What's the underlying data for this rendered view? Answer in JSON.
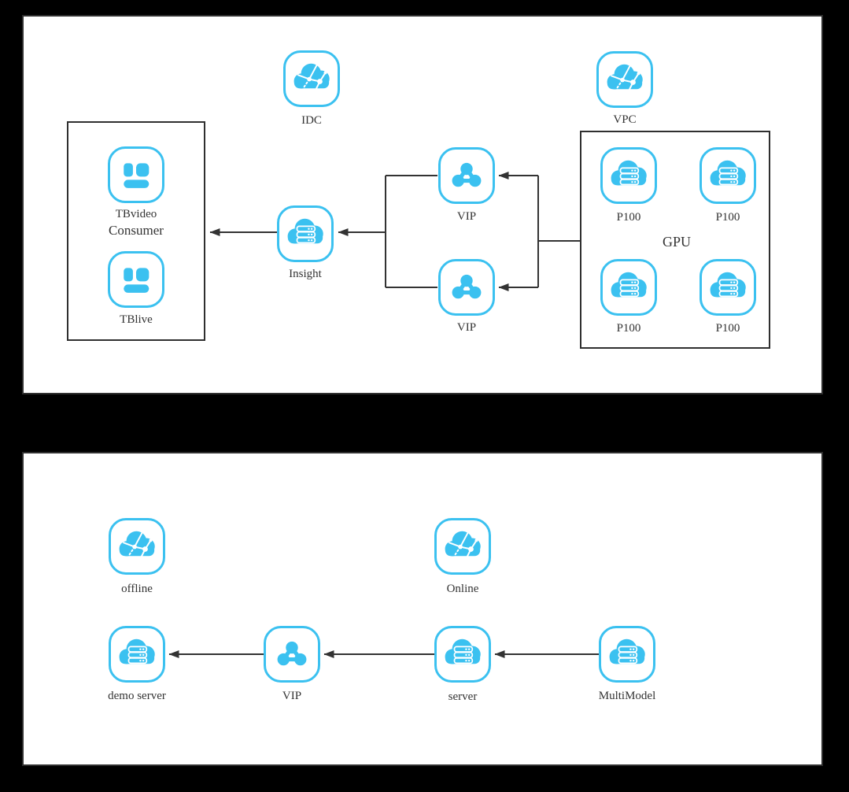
{
  "page": {
    "background": "#000000",
    "description": "Two-panel cloud architecture diagram"
  },
  "colors": {
    "accent": "#3bc1f0",
    "connector": "#333333",
    "text": "#333333",
    "panel_border": "#2f2f2f",
    "panel_bg": "#ffffff"
  },
  "icons": {
    "cloud_network": "cloud-with-network-nodes-icon",
    "cloud_server": "cloud-with-server-rack-icon",
    "network_vip": "three-node-triangle-network-icon",
    "app_dashboard": "rounded-dashboard-tiles-icon"
  },
  "top_panel": {
    "idc_label": "IDC",
    "vpc_label": "VPC",
    "consumer_box": {
      "label": "Consumer",
      "tbvideo_label": "TBvideo",
      "tblive_label": "TBlive"
    },
    "insight_label": "Insight",
    "vip_top_label": "VIP",
    "vip_bottom_label": "VIP",
    "gpu_box": {
      "label": "GPU",
      "p100_labels": [
        "P100",
        "P100",
        "P100",
        "P100"
      ]
    }
  },
  "bottom_panel": {
    "offline_label": "offline",
    "online_label": "Online",
    "demo_server_label": "demo server",
    "vip_label": "VIP",
    "server_label": "server",
    "multimodel_label": "MultiModel"
  }
}
